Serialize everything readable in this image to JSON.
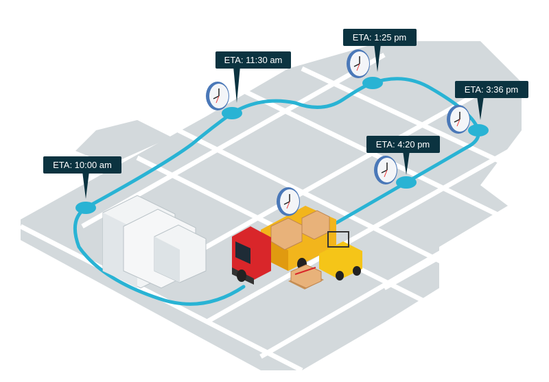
{
  "colors": {
    "map_block": "#d3d9dc",
    "street": "#ffffff",
    "route": "#29b3d4",
    "label_bg": "#0b3340",
    "clock_rim": "#4a78b8",
    "truck_cab": "#d9262a",
    "truck_bed": "#f2b51c",
    "forklift": "#f5c518",
    "box": "#e8b27a"
  },
  "stops": [
    {
      "label": "ETA: 10:00 am",
      "icon": "clock-icon"
    },
    {
      "label": "ETA: 11:30 am",
      "icon": "clock-icon"
    },
    {
      "label": "ETA: 1:25 pm",
      "icon": "clock-icon"
    },
    {
      "label": "ETA: 3:36 pm",
      "icon": "clock-icon"
    },
    {
      "label": "ETA: 4:20 pm",
      "icon": "clock-icon"
    }
  ]
}
